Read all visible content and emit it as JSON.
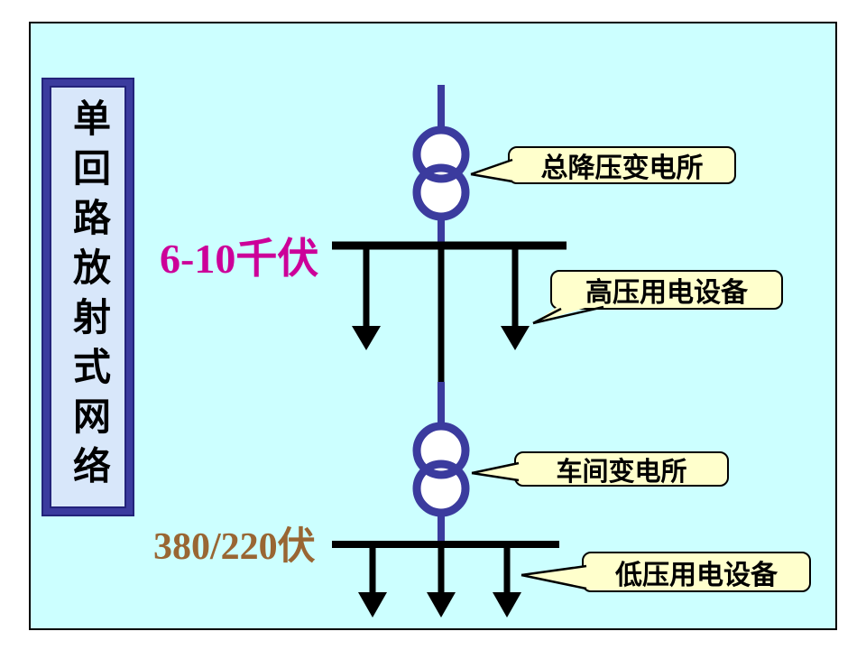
{
  "title": {
    "text": "单回路放射式网络"
  },
  "voltage_labels": {
    "hv": {
      "text": "6-10千伏",
      "color": "#cc0099"
    },
    "lv": {
      "text": "380/220伏",
      "color": "#996633"
    }
  },
  "callouts": {
    "main_substation": {
      "label": "总降压变电所"
    },
    "hv_equipment": {
      "label": "高压用电设备"
    },
    "workshop_substation": {
      "label": "车间变电所"
    },
    "lv_equipment": {
      "label": "低压用电设备"
    }
  },
  "diagram": {
    "transformer_count": 2,
    "hv_busbar_feeder_arrows": 2,
    "lv_busbar_feeder_arrows": 3
  },
  "palette": {
    "background": "#ccffff",
    "frame_border": "#000000",
    "title_box_fill": "#d8e7fa",
    "title_box_border": "#3b3b9e",
    "transformer_stroke": "#3b3b9e",
    "bus_line": "#000000",
    "callout_fill": "#ffffcc",
    "callout_border": "#000000",
    "hv_label_color": "#cc0099",
    "lv_label_color": "#996633"
  }
}
